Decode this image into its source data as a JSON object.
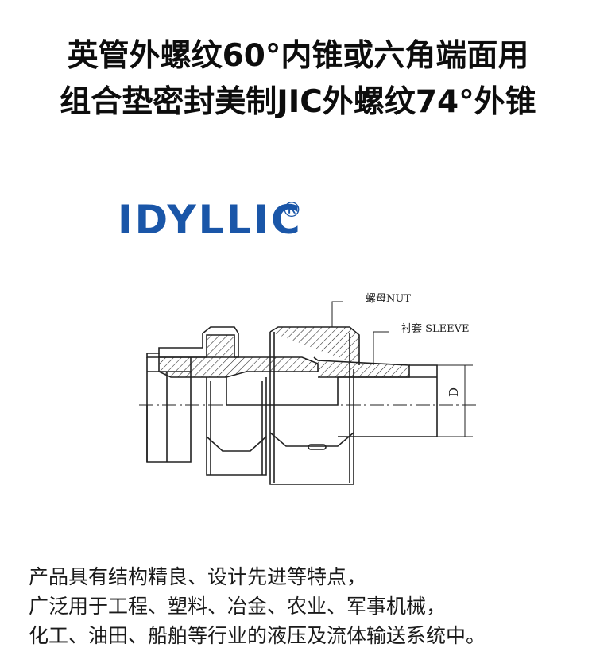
{
  "title": {
    "line1": "英管外螺纹60°内锥或六角端面用",
    "line2": "组合垫密封美制JIC外螺纹74°外锥"
  },
  "logo": {
    "text": "IDYLLIC",
    "reg": "®",
    "color": "#1a56a8"
  },
  "diagram": {
    "nut_label": "螺母NUT",
    "sleeve_label": "衬套 SLEEVE",
    "dim_label": "D"
  },
  "description": [
    "产品具有结构精良、设计先进等特点，",
    "广泛用于工程、塑料、冶金、农业、军事机械，",
    "化工、油田、船舶等行业的液压及流体输送系统中。"
  ]
}
